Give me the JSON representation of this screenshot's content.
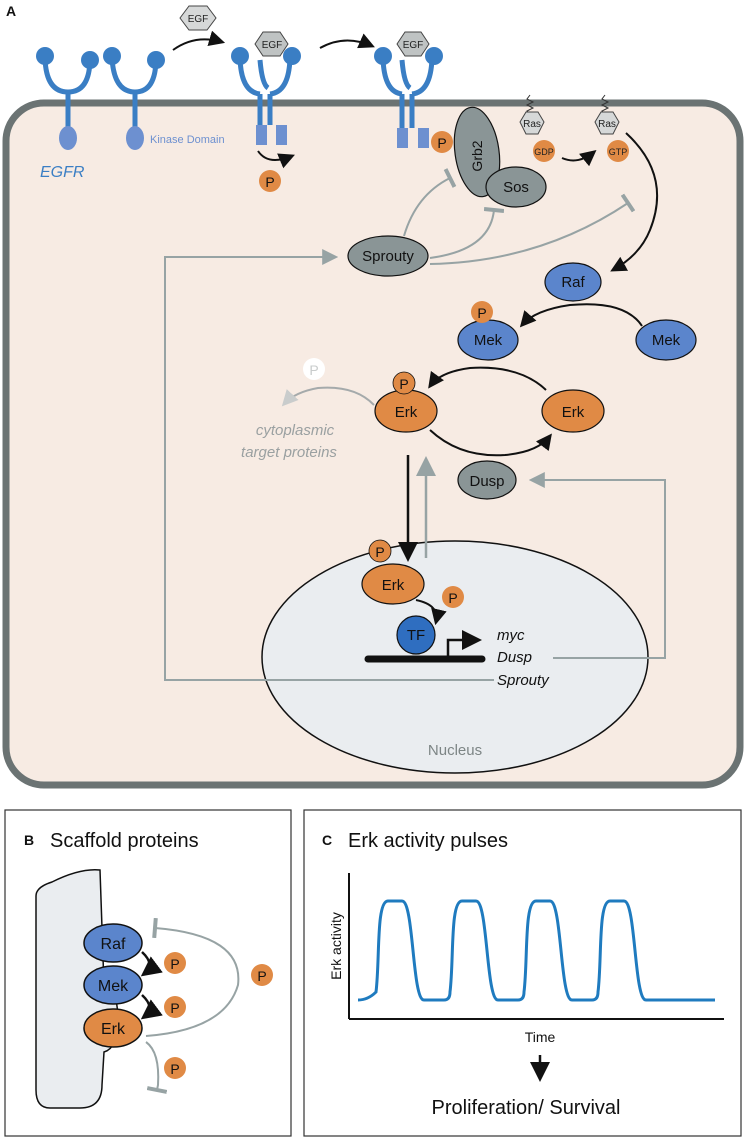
{
  "colors": {
    "cell_fill": "#f7ebe3",
    "cell_border": "#6b7373",
    "nucleus_fill": "#eaedf0",
    "blue_receptor": "#3a7ec4",
    "blue_light": "#6d90d0",
    "blue_protein": "#5b85cc",
    "orange": "#e08a45",
    "gray_protein": "#8a9596",
    "pulse_line": "#1f7bbf",
    "inhibition": "#97a3a4"
  },
  "panel_a": {
    "label": "A",
    "egf": "EGF",
    "egfr": "EGFR",
    "kinase_domain": "Kinase Domain",
    "p": "P",
    "grb2": "Grb2",
    "sos": "Sos",
    "ras": "Ras",
    "gdp": "GDP",
    "gtp": "GTP",
    "sprouty": "Sprouty",
    "raf": "Raf",
    "mek": "Mek",
    "erk": "Erk",
    "dusp": "Dusp",
    "cyto_targets_line1": "cytoplasmic",
    "cyto_targets_line2": "target proteins",
    "tf": "TF",
    "gene_myc": "myc",
    "gene_dusp": "Dusp",
    "gene_sprouty": "Sprouty",
    "nucleus": "Nucleus"
  },
  "panel_b": {
    "label": "B",
    "title": "Scaffold proteins",
    "raf": "Raf",
    "mek": "Mek",
    "erk": "Erk",
    "p": "P"
  },
  "panel_c": {
    "label": "C",
    "title": "Erk activity pulses",
    "ylabel": "Erk activity",
    "xlabel": "Time",
    "outcome": "Proliferation/ Survival"
  },
  "chart_data": {
    "type": "line",
    "title": "Erk activity pulses",
    "xlabel": "Time",
    "ylabel": "Erk activity",
    "pulse_count": 4,
    "pulse_shape": "square-like",
    "series": [
      {
        "name": "",
        "pulses": 4
      }
    ]
  }
}
